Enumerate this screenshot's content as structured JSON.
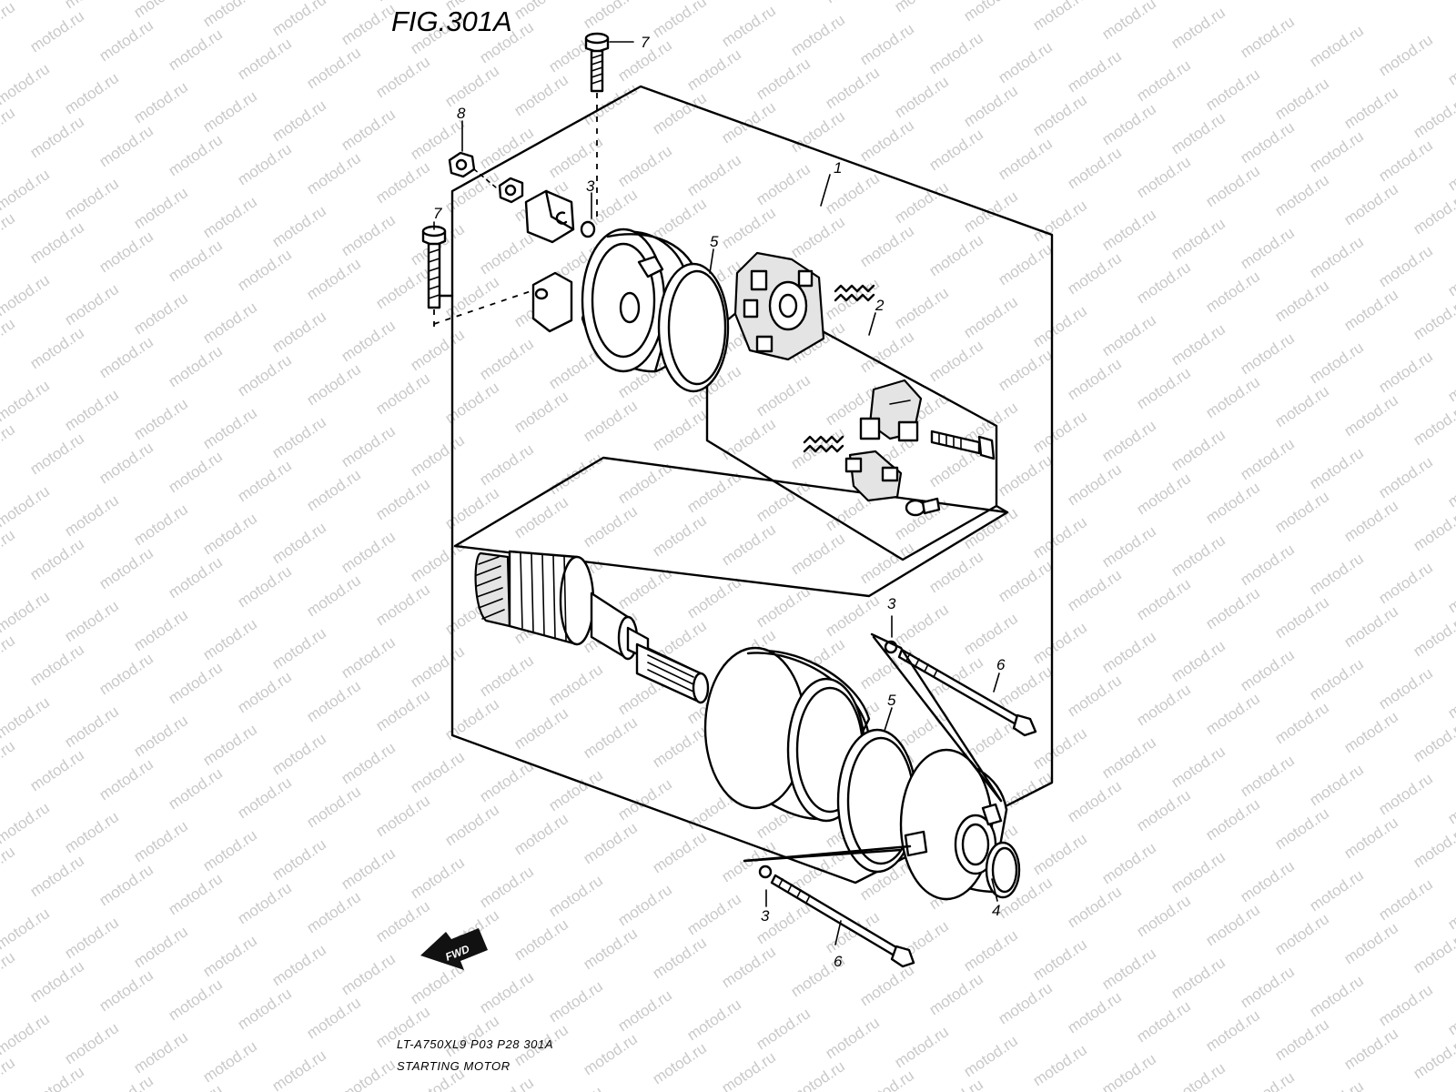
{
  "figure": {
    "title": "FIG.301A"
  },
  "footer": {
    "model_line": "LT-A750XL9  P03  P28  301A",
    "caption": "STARTING MOTOR"
  },
  "watermark": {
    "text": "motod.ru"
  },
  "direction_badge": {
    "label": "FWD",
    "icon": "forward-arrow-icon"
  },
  "callouts": [
    {
      "id": "callout-1",
      "label": "1",
      "part": "starting-motor-assembly"
    },
    {
      "id": "callout-2",
      "label": "2",
      "part": "brush-holder-set"
    },
    {
      "id": "callout-3-top",
      "label": "3",
      "part": "o-ring"
    },
    {
      "id": "callout-3-mid",
      "label": "3",
      "part": "o-ring"
    },
    {
      "id": "callout-3-bottom",
      "label": "3",
      "part": "o-ring"
    },
    {
      "id": "callout-4",
      "label": "4",
      "part": "o-ring"
    },
    {
      "id": "callout-5-top",
      "label": "5",
      "part": "o-ring"
    },
    {
      "id": "callout-5-bottom",
      "label": "5",
      "part": "o-ring"
    },
    {
      "id": "callout-6-top",
      "label": "6",
      "part": "bolt"
    },
    {
      "id": "callout-6-bottom",
      "label": "6",
      "part": "bolt"
    },
    {
      "id": "callout-7-top",
      "label": "7",
      "part": "bolt"
    },
    {
      "id": "callout-7-left",
      "label": "7",
      "part": "bolt"
    },
    {
      "id": "callout-8",
      "label": "8",
      "part": "nut"
    }
  ]
}
